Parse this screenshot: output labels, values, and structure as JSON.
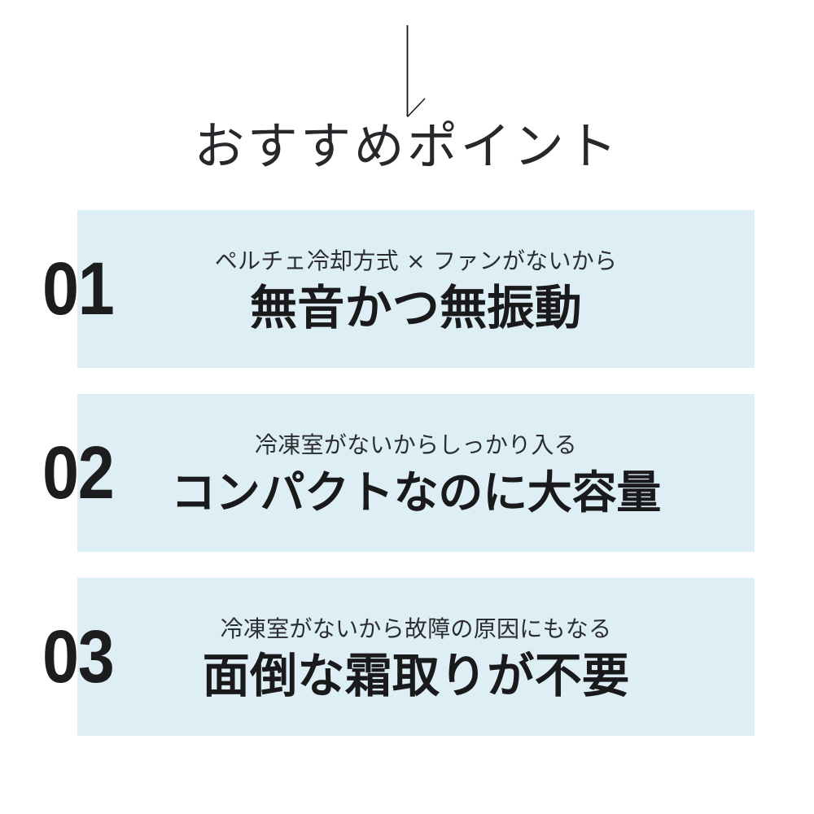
{
  "heading": {
    "text": "おすすめポイント",
    "arrow_icon": "down-arrow-icon"
  },
  "colors": {
    "card_background": "#ddeff5",
    "heading_text": "#26282b",
    "number_text": "#1d1d1f",
    "subtitle_text": "#2b2d30",
    "headline_text": "#1a1a1c",
    "page_background": "#ffffff"
  },
  "cards": [
    {
      "number": "01",
      "subtitle": "ペルチェ冷却方式 × ファンがないから",
      "headline": "無音かつ無振動"
    },
    {
      "number": "02",
      "subtitle": "冷凍室がないからしっかり入る",
      "headline": "コンパクトなのに大容量"
    },
    {
      "number": "03",
      "subtitle": "冷凍室がないから故障の原因にもなる",
      "headline": "面倒な霜取りが不要"
    }
  ]
}
